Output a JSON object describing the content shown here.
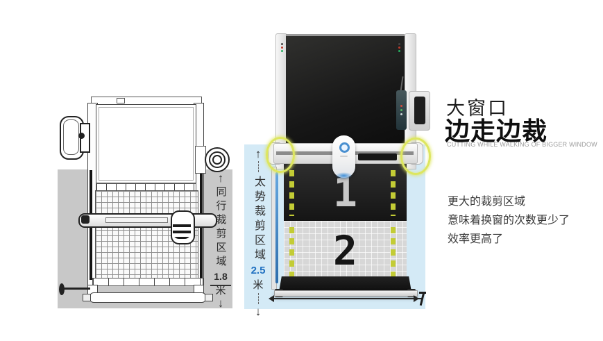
{
  "annotations": {
    "left": {
      "arrow_up": "↑",
      "label": "同行裁剪区域",
      "value": "1.8",
      "unit": "米",
      "arrow_down": "↓"
    },
    "right": {
      "arrow_up": "↑",
      "label": "太势裁剪区域",
      "value": "2.5",
      "unit": "米",
      "arrow_down": "↓"
    }
  },
  "right_machine": {
    "zone1_digit": "1",
    "zone2_digit": "2"
  },
  "info_panel": {
    "title_line1": "大窗口",
    "title_line2": "边走边裁",
    "subtitle_en": "CUTTING WHILE WALKING OF BIGGER WINDOW",
    "body_lines": [
      "更大的裁剪区域",
      "意味着换窗的次数更少了",
      "效率更高了"
    ]
  },
  "colors": {
    "gray_band": "#c8c8c8",
    "blue_band": "#d4eaf6",
    "value_blue": "#1e6fc0",
    "highlight_green": "#dde65f",
    "marker_yellow": "#c3cc35"
  }
}
